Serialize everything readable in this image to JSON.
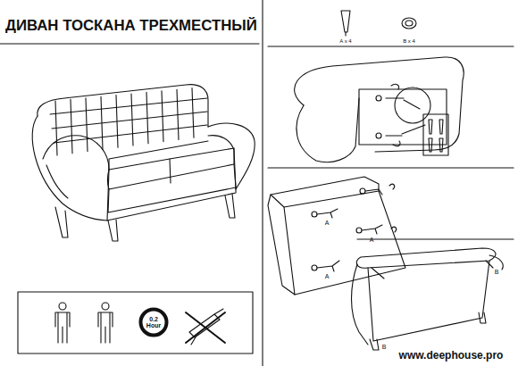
{
  "diagram": {
    "title": "ДИВАН ТОСКАНА ТРЕХМЕСТНЫЙ",
    "nodes": [
      {
        "text": [
          "0.2 Hour"
        ]
      }
    ],
    "labels": [
      "A x 4",
      "B x 4",
      "A",
      "A",
      "A",
      "B",
      "B",
      "www.deephouse.pro"
    ]
  }
}
